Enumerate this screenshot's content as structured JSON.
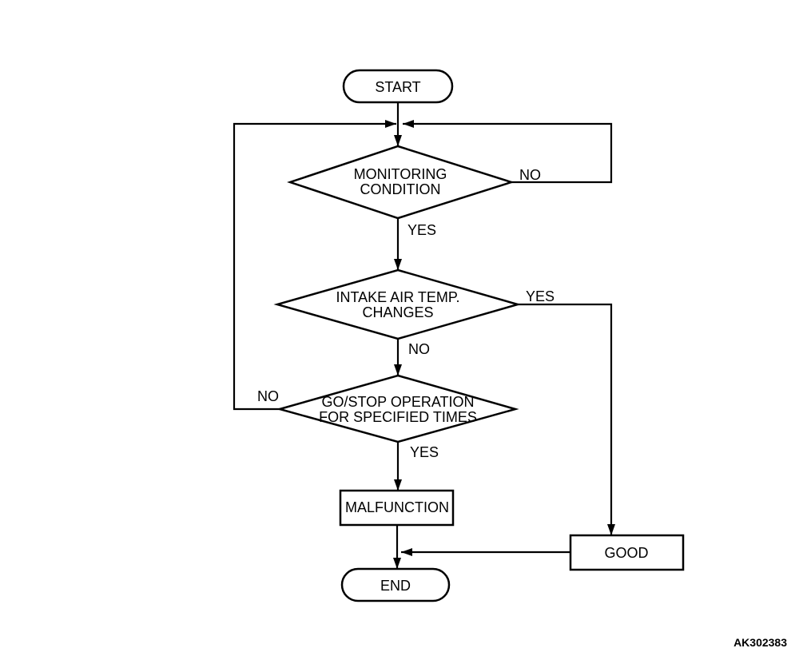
{
  "nodes": {
    "start": {
      "label": "START",
      "type": "terminator"
    },
    "monitoring_condition": {
      "label_line1": "MONITORING",
      "label_line2": "CONDITION",
      "type": "decision"
    },
    "intake_air_temp": {
      "label_line1": "INTAKE AIR TEMP.",
      "label_line2": "CHANGES",
      "type": "decision"
    },
    "go_stop_operation": {
      "label_line1": "GO/STOP OPERATION",
      "label_line2": "FOR SPECIFIED TIMES",
      "type": "decision"
    },
    "malfunction": {
      "label": "MALFUNCTION",
      "type": "process"
    },
    "good": {
      "label": "GOOD",
      "type": "process"
    },
    "end": {
      "label": "END",
      "type": "terminator"
    }
  },
  "edge_labels": {
    "monitoring_no": "NO",
    "monitoring_yes": "YES",
    "intake_yes": "YES",
    "intake_no": "NO",
    "go_stop_no": "NO",
    "go_stop_yes": "YES"
  },
  "figure_code": "AK302383",
  "colors": {
    "line": "#000000",
    "shape_fill": "#ffffff",
    "background": "#ffffff"
  }
}
